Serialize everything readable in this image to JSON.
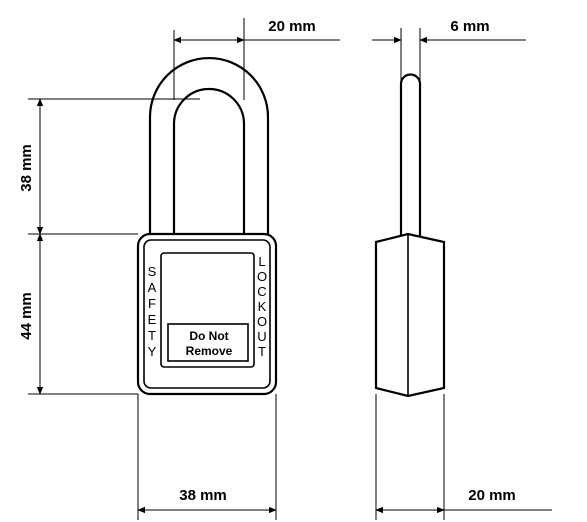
{
  "dimensions": {
    "shackle_width": "20 mm",
    "shackle_diameter": "6 mm",
    "shackle_height": "38 mm",
    "body_height": "44 mm",
    "body_width": "38 mm",
    "body_depth": "20 mm"
  },
  "lock_body": {
    "left_side_text": [
      "S",
      "A",
      "F",
      "E",
      "T",
      "Y"
    ],
    "right_side_text": [
      "L",
      "O",
      "C",
      "K",
      "O",
      "U",
      "T"
    ],
    "label_line1": "Do Not",
    "label_line2": "Remove"
  },
  "colors": {
    "line": "#000000",
    "background": "#ffffff"
  }
}
